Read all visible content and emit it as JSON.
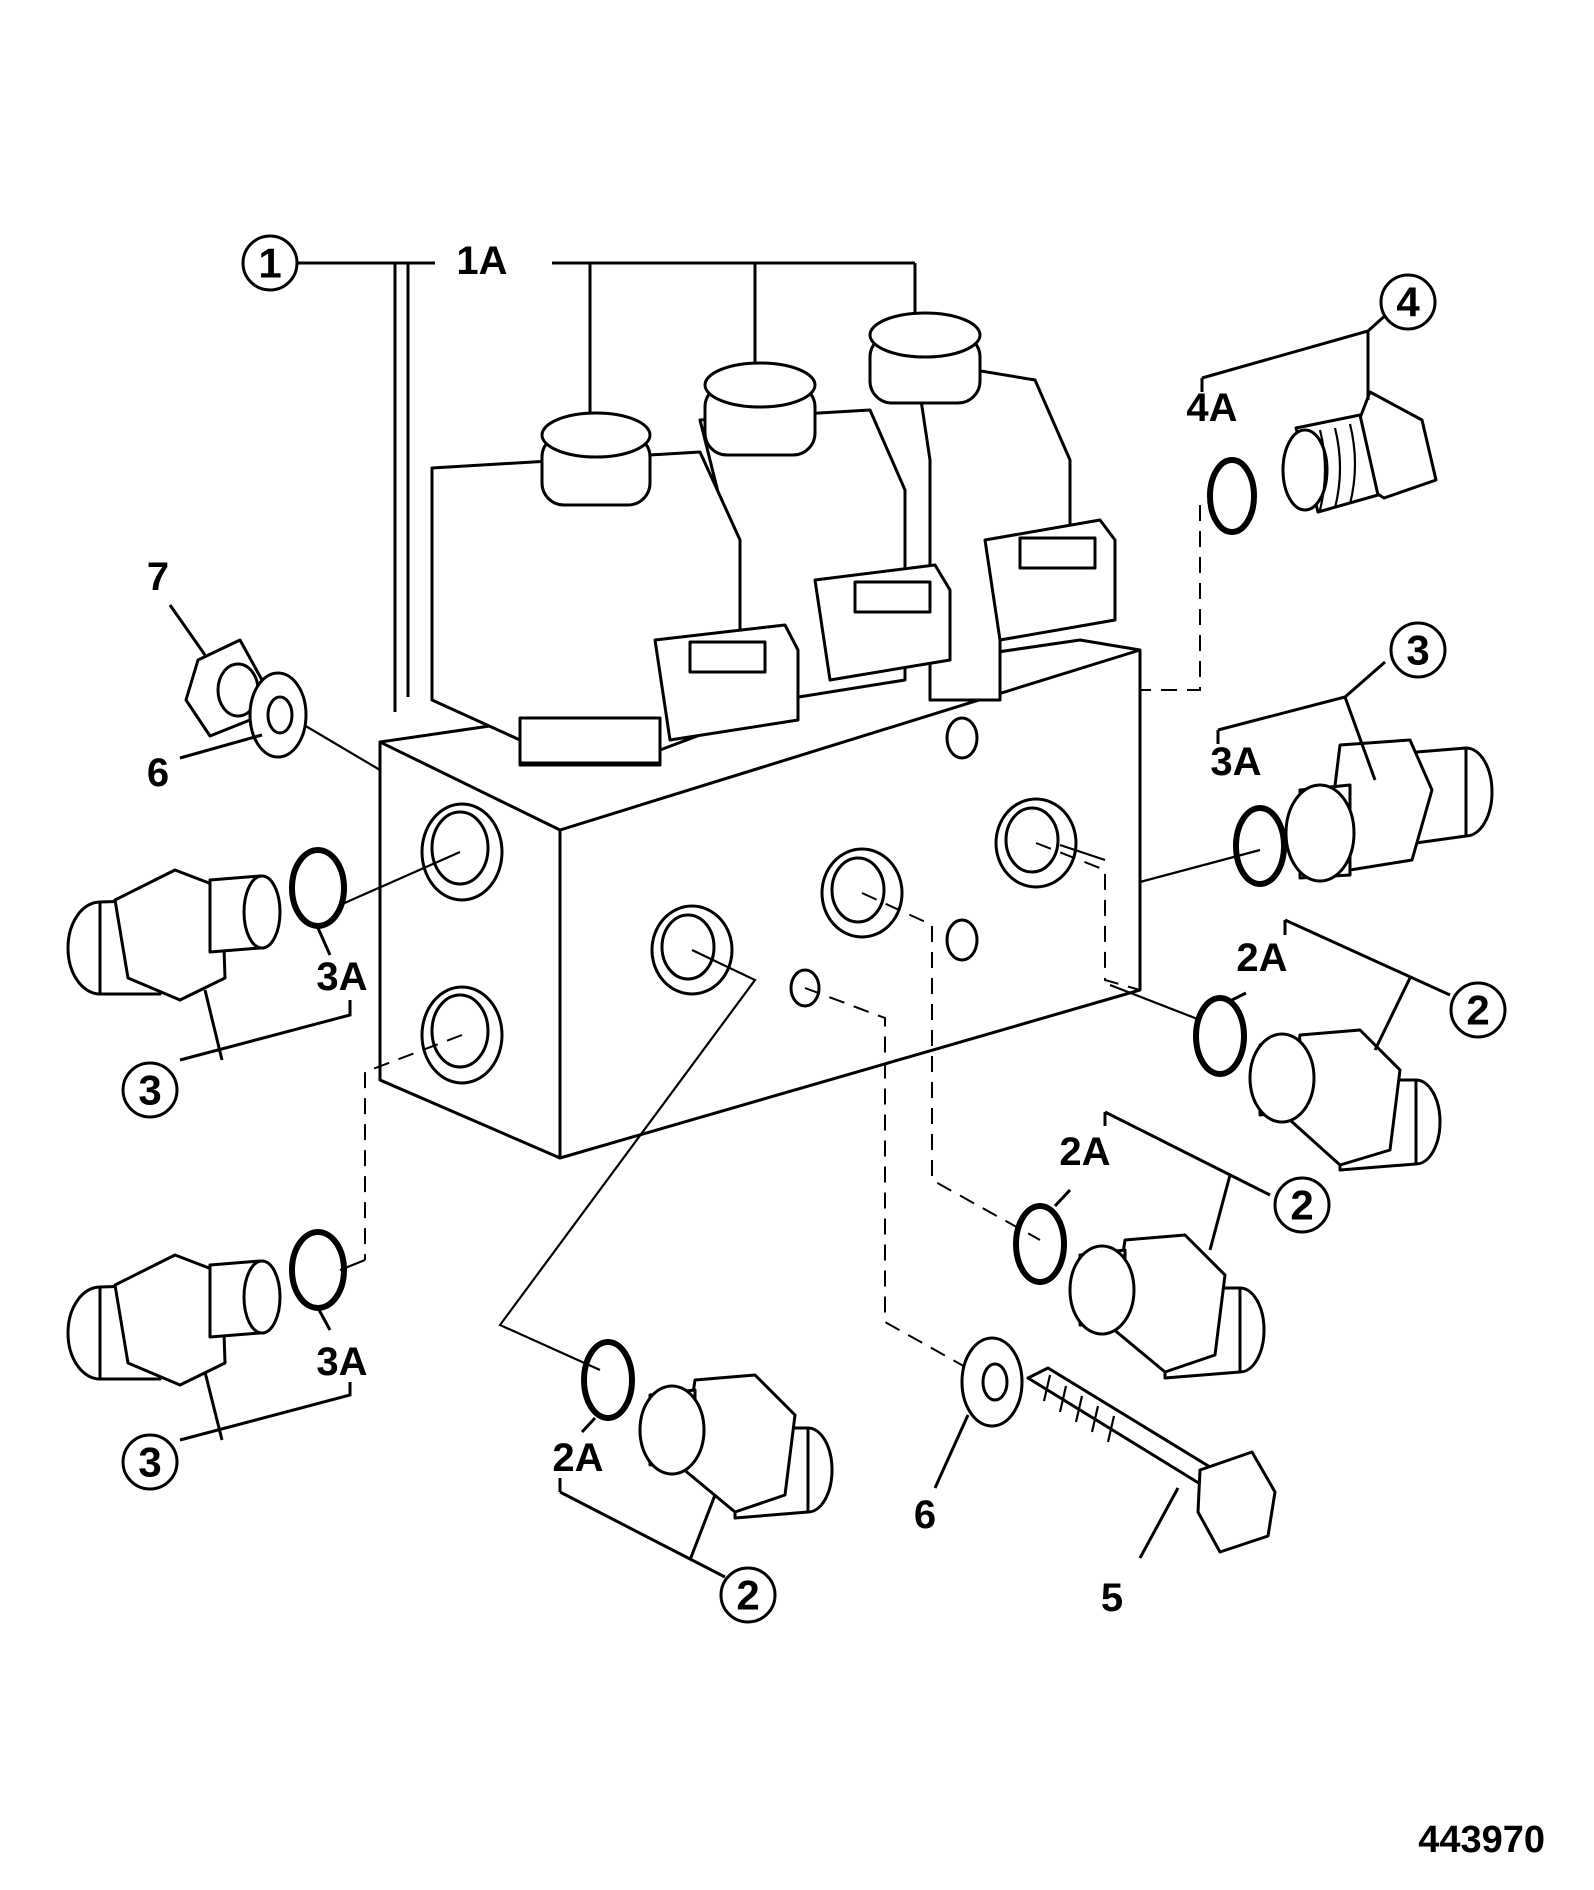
{
  "figure_number": "443970",
  "callouts": {
    "c1": "1",
    "c1a": "1A",
    "c4": "4",
    "c4a": "4A",
    "c7": "7",
    "c6_left": "6",
    "c3_right": "3",
    "c3a_right": "3A",
    "c3a_left_upper": "3A",
    "c3_left_upper": "3",
    "c2a_right_upper": "2A",
    "c2_right_upper": "2",
    "c2a_right_lower": "2A",
    "c2_right_lower": "2",
    "c3a_left_lower": "3A",
    "c3_left_lower": "3",
    "c2a_bottom": "2A",
    "c2_bottom": "2",
    "c6_bottom": "6",
    "c5": "5"
  }
}
